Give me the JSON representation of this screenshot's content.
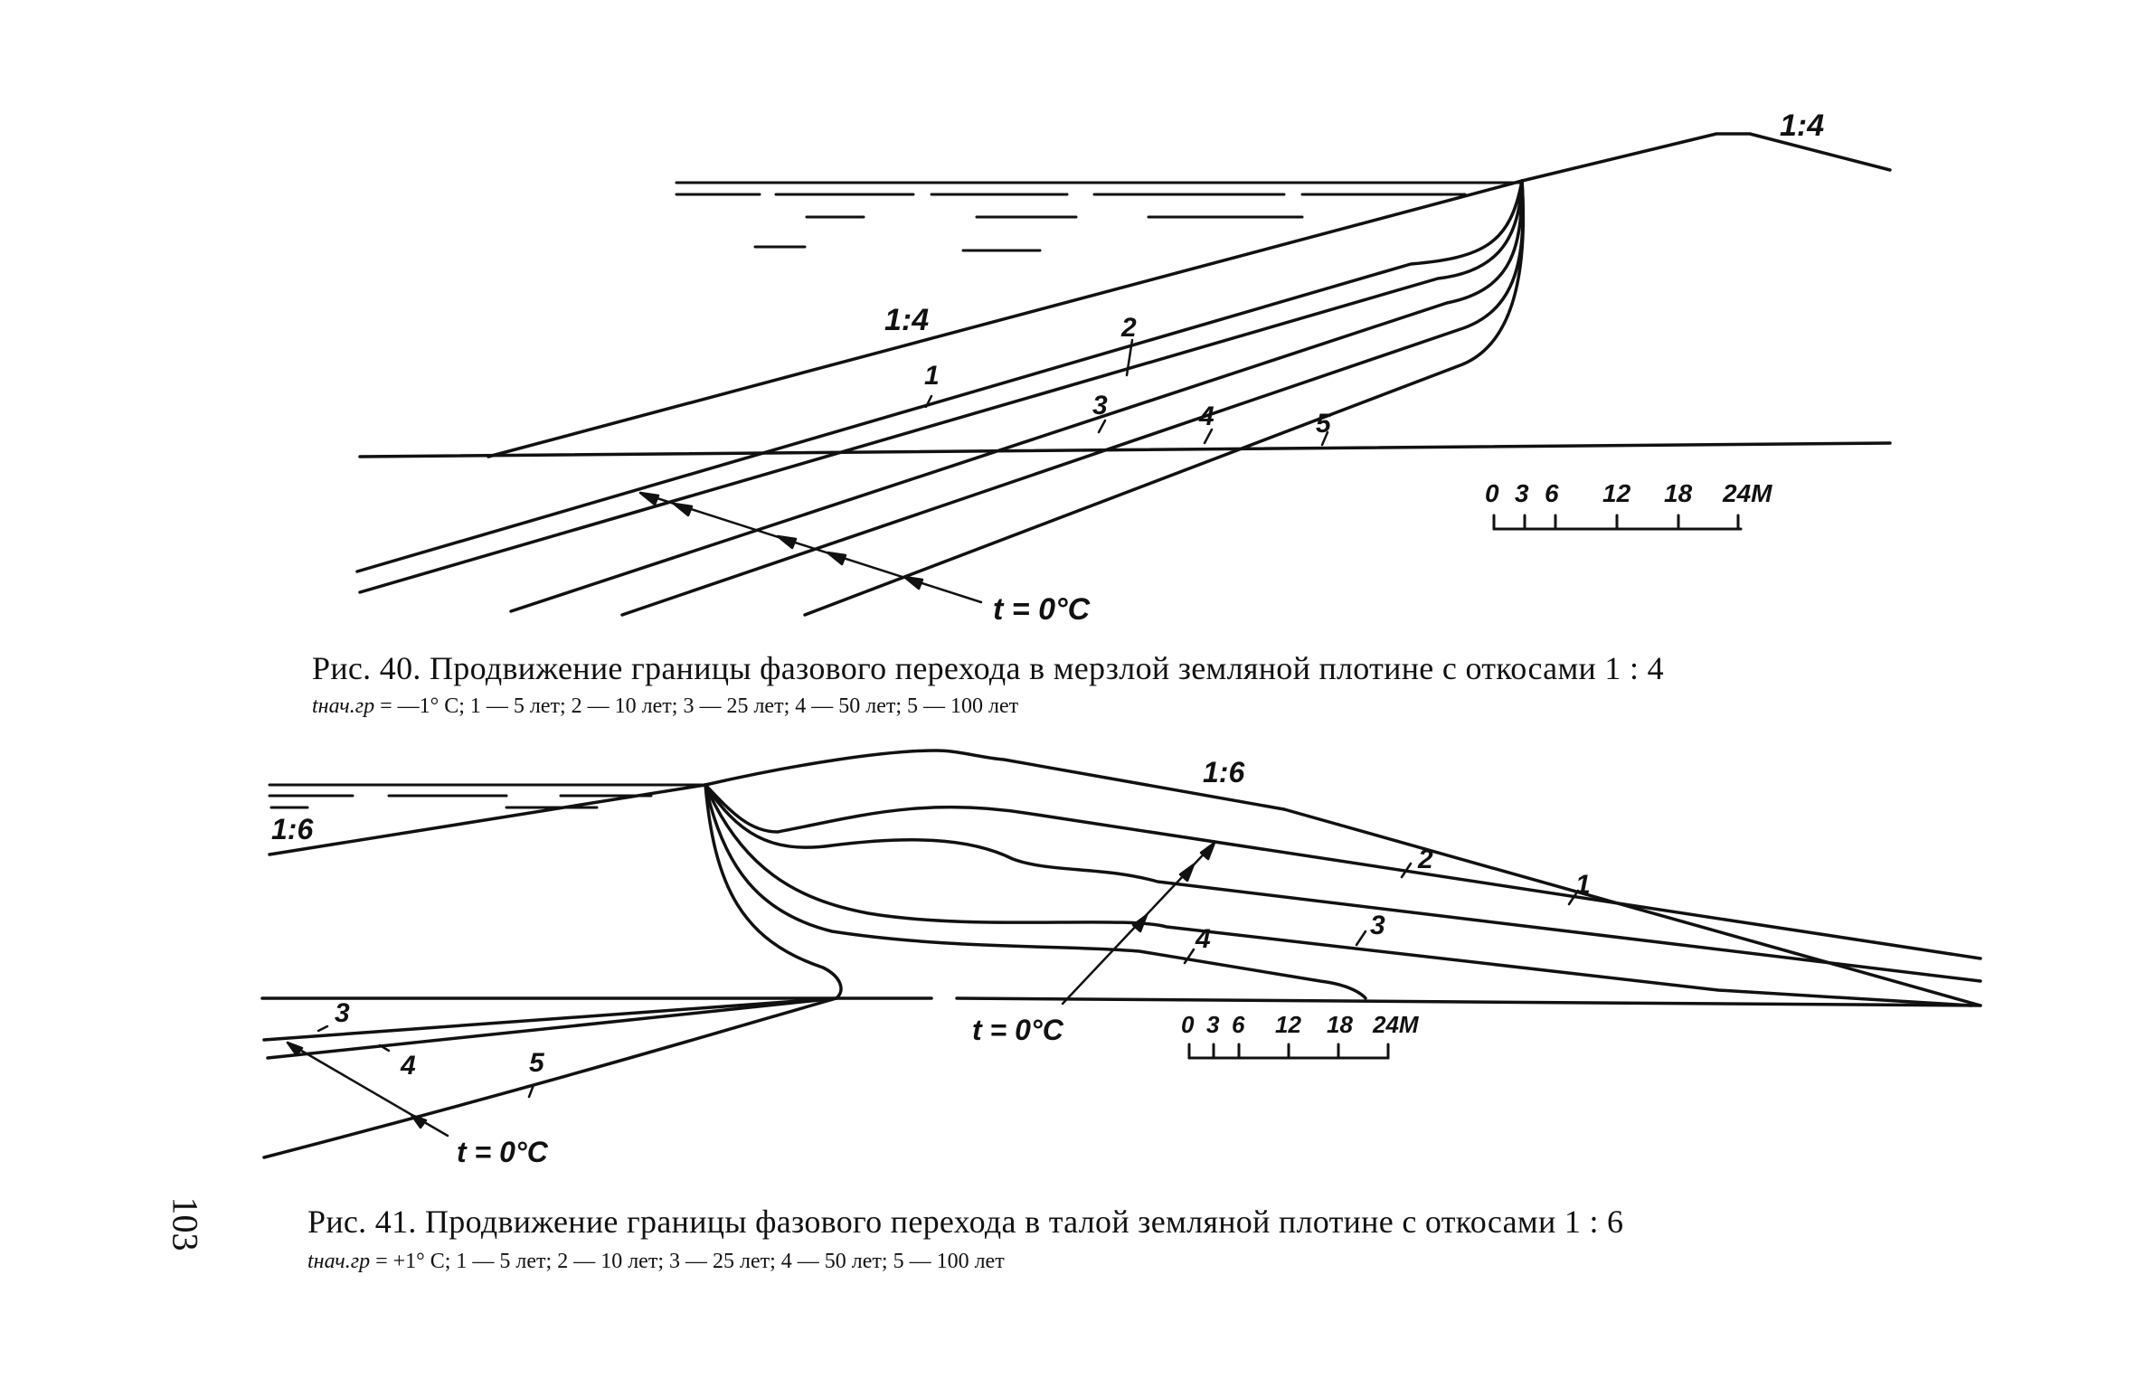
{
  "page": {
    "number": "103"
  },
  "figure40": {
    "slope_top_label": "1:4",
    "slope_upstream_label": "1:4",
    "curve_labels": [
      "1",
      "2",
      "3",
      "4",
      "5"
    ],
    "isotherm_label": "t = 0°C",
    "scale_ticks": [
      "0",
      "3",
      "6",
      "12",
      "18",
      "24М"
    ],
    "caption": "Рис. 40. Продвижение границы фазового перехода в мерзлой земляной плотине с откосами 1 : 4",
    "subcaption_var": "tнач.гр",
    "subcaption": "= —1° С; 1 — 5 лет; 2 — 10 лет; 3 — 25 лет; 4 — 50 лет; 5 — 100 лет"
  },
  "figure41": {
    "slope_top_label": "1:6",
    "slope_upstream_label": "1:6",
    "curve_labels_upper": [
      "2",
      "1",
      "3",
      "4"
    ],
    "curve_labels_lower": [
      "3",
      "4",
      "5"
    ],
    "isotherm_label": "t = 0°C",
    "isotherm_label_lower": "t = 0°C",
    "scale_ticks": [
      "0",
      "3",
      "6",
      "12",
      "18",
      "24М"
    ],
    "caption": "Рис. 41. Продвижение границы фазового перехода в талой земляной плотине с откосами 1 : 6",
    "subcaption_var": "tнач.гр",
    "subcaption": "= +1° С; 1 — 5 лет; 2 — 10 лет; 3 — 25 лет; 4 — 50 лет; 5 — 100 лет"
  }
}
